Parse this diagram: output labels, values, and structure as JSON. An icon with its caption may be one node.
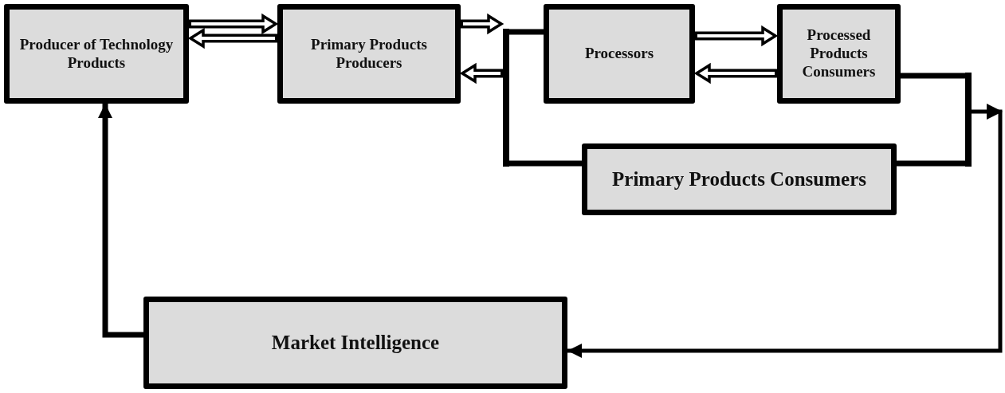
{
  "diagram": {
    "nodes": [
      {
        "text": [
          "Producer of Technology Products"
        ]
      },
      {
        "text": [
          "Primary Products Producers"
        ]
      },
      {
        "text": [
          "Processors"
        ]
      },
      {
        "text": [
          "Processed Products Consumers"
        ]
      },
      {
        "text": [
          "Primary Products Consumers"
        ]
      },
      {
        "text": [
          "Market Intelligence"
        ]
      },
      {
        "text": [],
        "shape": "bar"
      },
      {
        "text": [],
        "shape": "bar"
      }
    ],
    "edges": [
      {
        "from": 0,
        "to": 1,
        "arrow": "to"
      },
      {
        "from": 1,
        "to": 0,
        "arrow": "to"
      },
      {
        "from": 1,
        "to": 6,
        "arrow": "to"
      },
      {
        "from": 6,
        "to": 1,
        "arrow": "to"
      },
      {
        "from": 6,
        "to": 2,
        "arrow": "none"
      },
      {
        "from": 6,
        "to": 4,
        "arrow": "none"
      },
      {
        "from": 2,
        "to": 3,
        "arrow": "to"
      },
      {
        "from": 3,
        "to": 2,
        "arrow": "to"
      },
      {
        "from": 3,
        "to": 7,
        "arrow": "none"
      },
      {
        "from": 4,
        "to": 7,
        "arrow": "none"
      },
      {
        "from": 7,
        "to": 5,
        "arrow": "to"
      },
      {
        "from": 5,
        "to": 0,
        "arrow": "to"
      }
    ]
  }
}
